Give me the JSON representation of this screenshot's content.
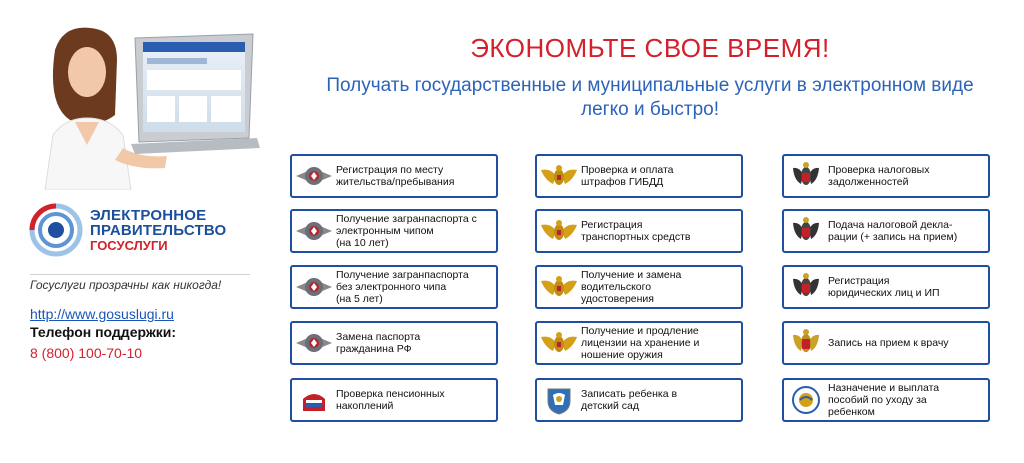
{
  "headline": "ЭКОНОМЬТЕ СВОЕ ВРЕМЯ!",
  "subheadline_line1": "Получать государственные и муниципальные услуги в электронном виде",
  "subheadline_line2": "легко и быстро!",
  "logo": {
    "line1": "ЭЛЕКТРОННОЕ",
    "line2": "ПРАВИТЕЛЬСТВО",
    "line3": "ГОСУСЛУГИ"
  },
  "tagline": "Госуслуги прозрачны как никогда!",
  "website": "http://www.gosuslugi.ru",
  "support_label": "Телефон поддержки:",
  "support_phone": "8 (800) 100-70-10",
  "colors": {
    "brand_red": "#d3212c",
    "brand_blue": "#1f4fa0",
    "text_blue": "#2c63b8"
  },
  "services": [
    [
      {
        "icon": "fms-emblem-icon",
        "lines": [
          "Регистрация по месту",
          "жительства/пребывания"
        ]
      },
      {
        "icon": "fms-emblem-icon",
        "lines": [
          "Получение загранпаспорта с",
          "электронным чипом",
          "(на 10 лет)"
        ]
      },
      {
        "icon": "fms-emblem-icon",
        "lines": [
          "Получение загранпаспорта",
          "без электронного чипа",
          "(на 5 лет)"
        ]
      },
      {
        "icon": "fms-emblem-icon",
        "lines": [
          "Замена паспорта",
          "гражданина РФ"
        ]
      },
      {
        "icon": "pension-fund-icon",
        "lines": [
          "Проверка пенсионных",
          "накоплений"
        ]
      }
    ],
    [
      {
        "icon": "mvd-eagle-icon",
        "lines": [
          "Проверка и оплата",
          "штрафов ГИБДД"
        ]
      },
      {
        "icon": "mvd-eagle-icon",
        "lines": [
          "Регистрация",
          "транспортных средств"
        ]
      },
      {
        "icon": "mvd-eagle-icon",
        "lines": [
          "Получение и замена",
          "водительского",
          "удостоверения"
        ]
      },
      {
        "icon": "mvd-eagle-icon",
        "lines": [
          "Получение и продление",
          "лицензии на хранение и",
          "ношение оружия"
        ]
      },
      {
        "icon": "regional-shield-icon",
        "lines": [
          "Записать ребенка в",
          "детский сад"
        ]
      }
    ],
    [
      {
        "icon": "tax-eagle-icon",
        "lines": [
          "Проверка налоговых",
          "задолженностей"
        ]
      },
      {
        "icon": "tax-eagle-icon",
        "lines": [
          "Подача налоговой декла-",
          "рации (+ запись на прием)"
        ]
      },
      {
        "icon": "tax-eagle-icon",
        "lines": [
          "Регистрация",
          "юридических лиц и ИП"
        ]
      },
      {
        "icon": "health-eagle-icon",
        "lines": [
          "Запись на прием к врачу"
        ]
      },
      {
        "icon": "social-fund-icon",
        "lines": [
          "Назначение и выплата",
          "пособий по уходу за",
          "ребенком"
        ]
      }
    ]
  ]
}
